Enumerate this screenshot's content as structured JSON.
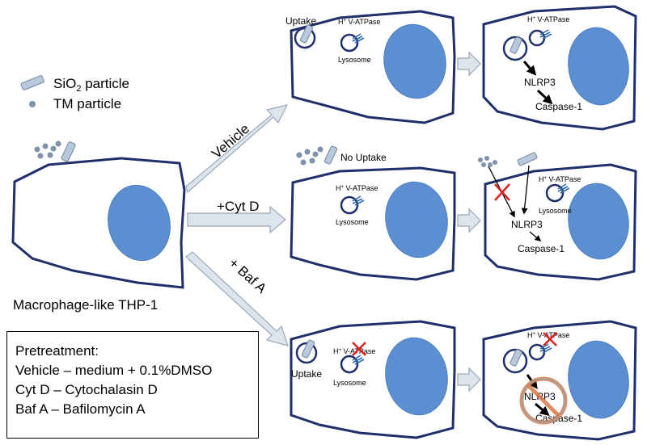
{
  "legend": {
    "sio2_prefix": "SiO",
    "sio2_sub": "2",
    "sio2_suffix": " particle",
    "tm": "TM particle"
  },
  "start_cell": {
    "caption": "Macrophage-like THP-1"
  },
  "arrows": {
    "vehicle": "Vehicle",
    "cytd": "+Cyt D",
    "bafa": "+ Baf A"
  },
  "labels": {
    "uptake": "Uptake",
    "no_uptake": "No Uptake",
    "hvatpase_h": "H",
    "hvatpase_sup": "+",
    "hvatpase_rest": " V-ATPase",
    "lysosome": "Lysosome",
    "nlrp3": "NLRP3",
    "caspase": "Caspase-1"
  },
  "pretreatment": {
    "title": "Pretreatment:",
    "lines": [
      "Vehicle – medium + 0.1%DMSO",
      "Cyt D – Cytochalasin D",
      "Baf A – Bafilomycin A"
    ]
  }
}
